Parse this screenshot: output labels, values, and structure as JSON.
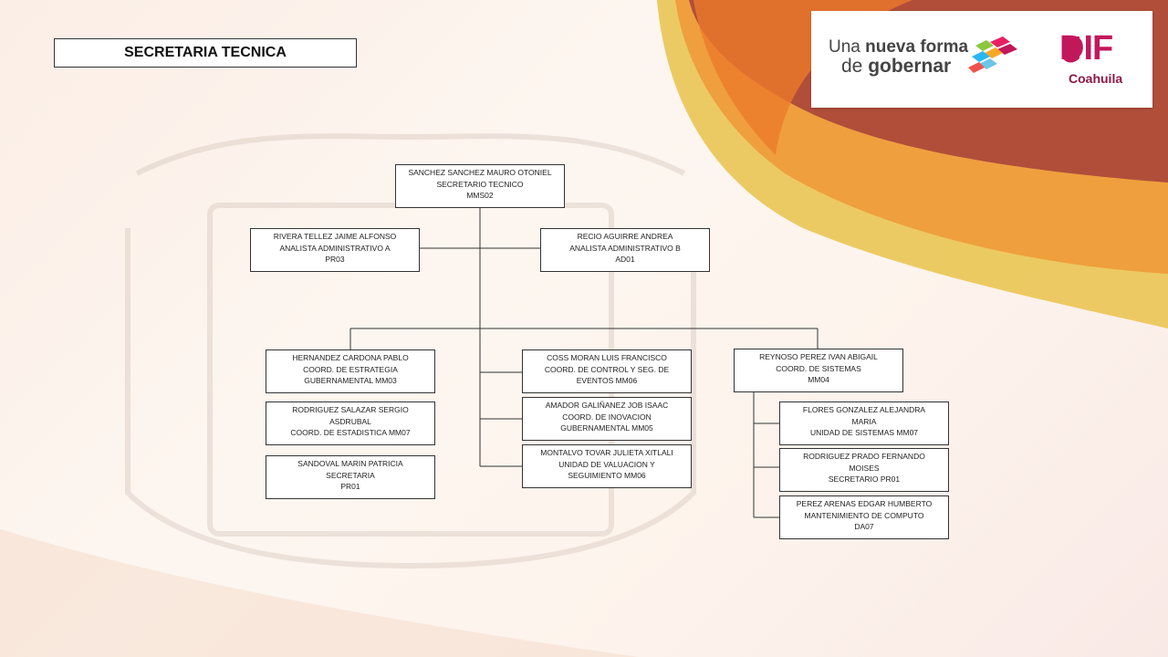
{
  "title": "SECRETARIA TECNICA",
  "logo": {
    "line1_a": "Una ",
    "line1_b": "nueva forma",
    "line2_a": "de ",
    "line2_b": "gobernar",
    "dif": "DIF",
    "coahuila": "Coahuila"
  },
  "nodes": {
    "head": [
      "SANCHEZ SANCHEZ MAURO OTONIEL",
      "SECRETARIO  TECNICO",
      "MMS02"
    ],
    "rivera": [
      "RIVERA TELLEZ JAIME ALFONSO",
      "ANALISTA ADMINISTRATIVO A",
      "PR03"
    ],
    "recio": [
      "RECIO AGUIRRE ANDREA",
      "ANALISTA ADMINISTRATIVO B",
      "AD01"
    ],
    "hernandez": [
      "HERNANDEZ CARDONA PABLO",
      "COORD. DE ESTRATEGIA",
      "GUBERNAMENTAL MM03"
    ],
    "rodriguez_salazar": [
      "RODRIGUEZ SALAZAR SERGIO",
      "ASDRUBAL",
      "COORD. DE ESTADISTICA MM07"
    ],
    "sandoval": [
      "SANDOVAL MARIN PATRICIA",
      "SECRETARIA",
      "PR01"
    ],
    "coss": [
      "COSS MORAN LUIS FRANCISCO",
      "COORD. DE CONTROL Y SEG. DE",
      "EVENTOS MM06"
    ],
    "amador": [
      "AMADOR GALIÑANEZ JOB ISAAC",
      "COORD. DE INOVACION",
      "GUBERNAMENTAL MM05"
    ],
    "montalvo": [
      "MONTALVO TOVAR JULIETA XITLALI",
      "UNIDAD DE VALUACION Y",
      "SEGUIMIENTO MM06"
    ],
    "reynoso": [
      "REYNOSO PEREZ IVAN ABIGAIL",
      "COORD. DE SISTEMAS",
      "MM04"
    ],
    "flores": [
      "FLORES GONZALEZ ALEJANDRA",
      "MARIA",
      "UNIDAD DE SISTEMAS MM07"
    ],
    "rodriguez_prado": [
      "RODRIGUEZ PRADO FERNANDO",
      "MOISES",
      "SECRETARIO PR01"
    ],
    "perez": [
      "PEREZ ARENAS EDGAR HUMBERTO",
      "MANTENIMIENTO DE COMPUTO",
      "DA07"
    ]
  },
  "colors": {
    "orange": "#ec7a2a",
    "red_brown": "#a8453a",
    "yellow": "#e9c24a",
    "dif_magenta": "#c2185b"
  }
}
